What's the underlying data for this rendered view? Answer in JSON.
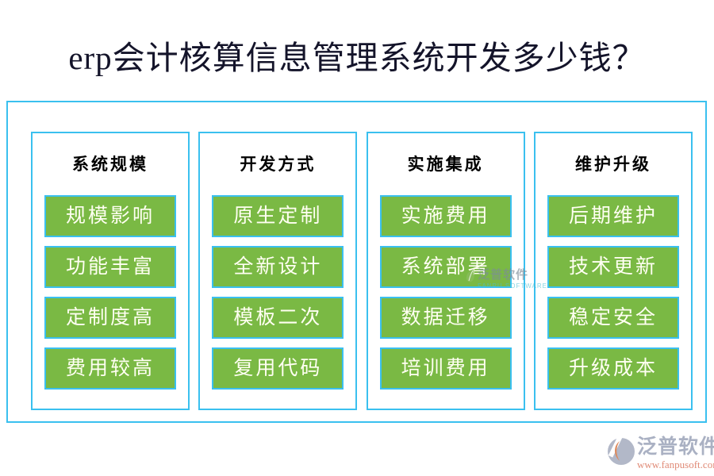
{
  "title": "erp会计核算信息管理系统开发多少钱？",
  "columns": [
    {
      "header": "系统规模",
      "items": [
        "规模影响",
        "功能丰富",
        "定制度高",
        "费用较高"
      ]
    },
    {
      "header": "开发方式",
      "items": [
        "原生定制",
        "全新设计",
        "模板二次",
        "复用代码"
      ]
    },
    {
      "header": "实施集成",
      "items": [
        "实施费用",
        "系统部署",
        "数据迁移",
        "培训费用"
      ]
    },
    {
      "header": "维护升级",
      "items": [
        "后期维护",
        "技术更新",
        "稳定安全",
        "升级成本"
      ]
    }
  ],
  "watermark": {
    "text": "泛普软件",
    "subtext": "FANPU SOFTWARE"
  },
  "logo": {
    "brand": "泛普软件",
    "url": "www.fanpusoft.com"
  },
  "colors": {
    "accent_cyan": "#3ac0ef",
    "button_green": "#7ab944",
    "button_text": "#fffff2",
    "title_text": "#14142a",
    "logo_gray": "#aab1c3",
    "logo_salmon": "#e08a76"
  }
}
